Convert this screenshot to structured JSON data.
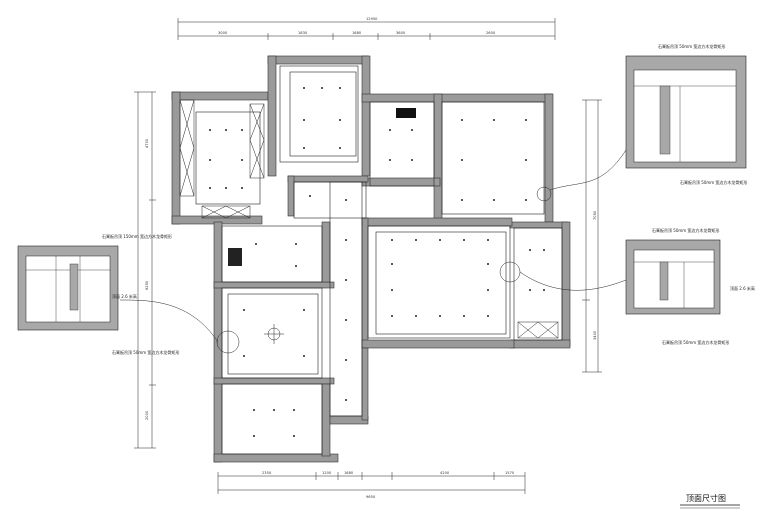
{
  "drawing": {
    "title": "顶面尺寸图",
    "top_dimension_total": "12950",
    "top_dimensions": [
      "3000",
      "1830",
      "1680",
      "3600",
      "2600"
    ],
    "bottom_dimension_total": "9650",
    "bottom_dimensions": [
      "2350",
      "1200",
      "1680",
      "4200",
      "1570"
    ],
    "left_dimensions": [
      "4700",
      "6250",
      "2000"
    ],
    "right_dimensions": [
      "7050",
      "3400"
    ],
    "detail_notes": {
      "left_upper": "石膏板吊顶 150mm 宽边方木龙骨矩形",
      "left_mid": "顶面 2.6 米高",
      "left_lower": "石膏板吊顶 50mm 宽边方木龙骨矩形",
      "right_upper_top": "石膏板吊顶 50mm 宽边方木龙骨矩形",
      "right_upper_bottom": "石膏板吊顶 50mm 宽边方木龙骨矩形",
      "right_lower_top": "石膏板吊顶 50mm 宽边方木龙骨矩形",
      "right_lower_mid": "顶面 2.6 米高",
      "right_lower_bottom": "石膏板吊顶 50mm 宽边方木龙骨矩形"
    }
  },
  "colors": {
    "wall": "#9a9a9a",
    "wall_stroke": "#333333",
    "line": "#222222",
    "detail_fill": "#a8a8a8"
  }
}
